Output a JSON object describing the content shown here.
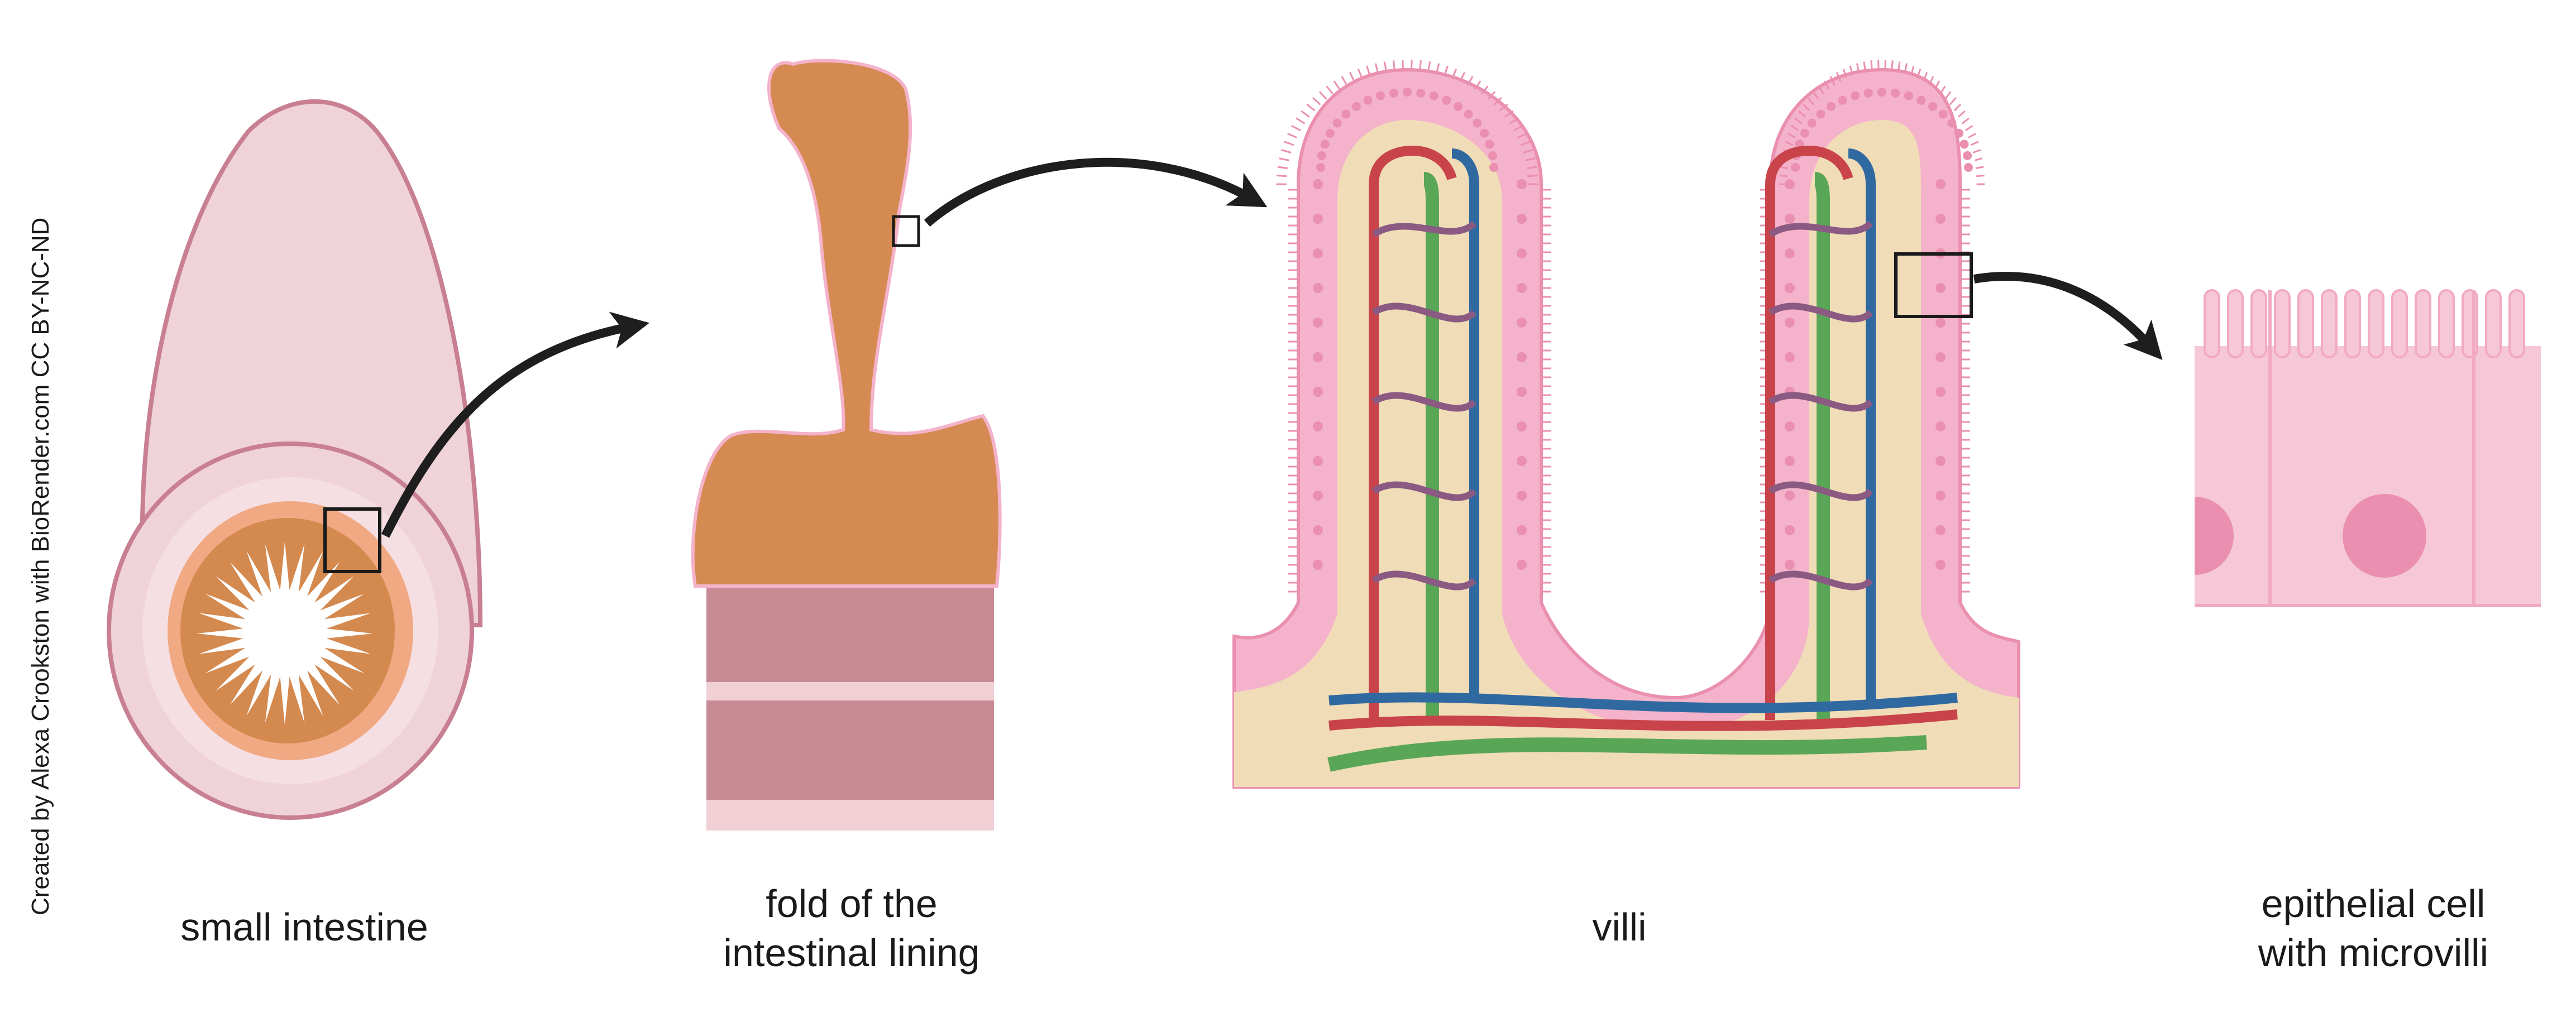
{
  "credit": "Created by Alexa Crookston with BioRender.com CC BY-NC-ND",
  "captions": {
    "small_intestine": "small intestine",
    "fold_line1": "fold of the",
    "fold_line2": "intestinal lining",
    "villi": "villi",
    "epithelial_line1": "epithelial cell",
    "epithelial_line2": "with microvilli"
  },
  "colors": {
    "intestine_wall": "#efd3d8",
    "intestine_outline": "#c97f92",
    "lumen_orange": "#d4894f",
    "lumen_light": "#f0a983",
    "fold_orange": "#d58a52",
    "submucosa": "#c88a94",
    "band_light": "#f0cfd5",
    "epithelium_pink": "#f4b3cb",
    "nucleus_pink": "#ea8fb0",
    "connective_tan": "#f1dcb8",
    "artery_red": "#c8434a",
    "vein_blue": "#2f69a0",
    "lacteal_green": "#5aa657",
    "arrow_dark": "#1e1e1e"
  }
}
